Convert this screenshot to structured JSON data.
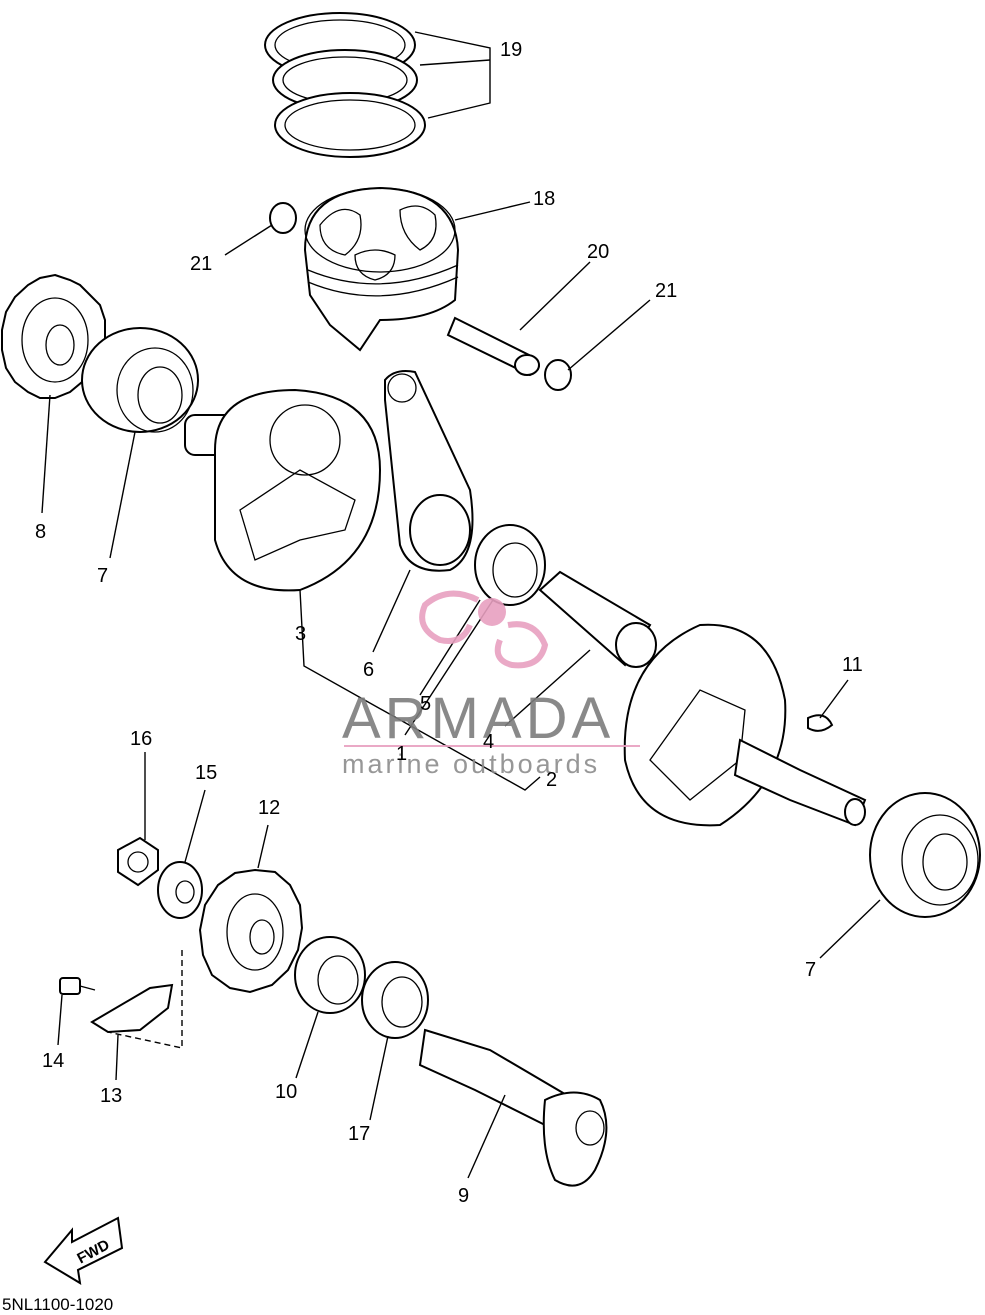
{
  "diagram_code": "5NL1100-1020",
  "callouts": [
    "1",
    "2",
    "3",
    "4",
    "5",
    "6",
    "7",
    "7",
    "8",
    "9",
    "10",
    "11",
    "12",
    "13",
    "14",
    "15",
    "16",
    "17",
    "18",
    "19",
    "20",
    "21",
    "21"
  ],
  "watermark": {
    "brand": "ARMADA",
    "tagline": "marine outboards",
    "accent_color": "#e8a0c0"
  },
  "direction_arrow": {
    "label": "FWD",
    "icon": "fwd-arrow-icon"
  },
  "colors": {
    "line": "#000000",
    "background": "#ffffff",
    "watermark_text": "#7d7d7d"
  }
}
